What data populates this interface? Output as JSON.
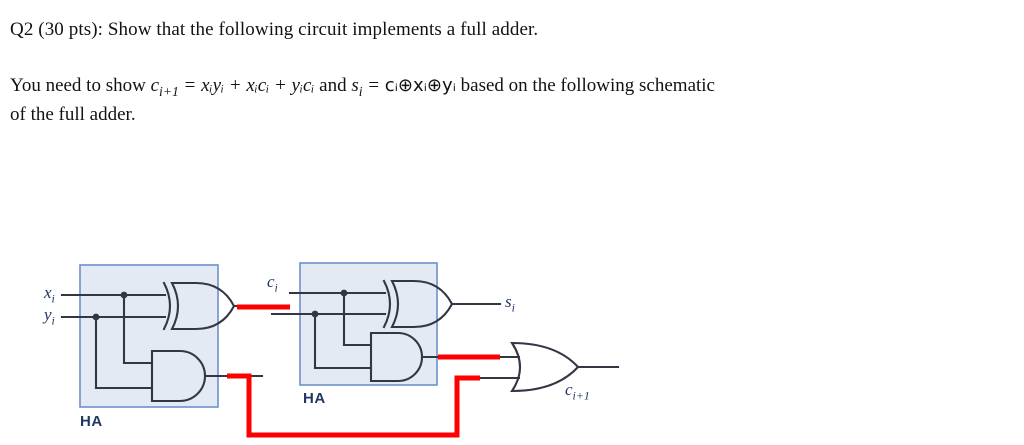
{
  "document": {
    "title_text": "Q2 (30 pts): Show that the following circuit implements a full adder.",
    "body": {
      "prefix": "You need to show ",
      "carry_lhs": "c",
      "carry_lhs_sub": "i+1",
      "eq": " = ",
      "carry_terms": "xᵢyᵢ + xᵢcᵢ + yᵢcᵢ",
      "conjunction": " and ",
      "sum_lhs": "s",
      "sum_lhs_sub": "i",
      "sum_terms": "cᵢ⊕xᵢ⊕yᵢ",
      "suffix": " based on the following schematic",
      "line2": "of the full adder."
    }
  },
  "schematic": {
    "blocks": [
      {
        "name": "half-adder-1",
        "label": "HA"
      },
      {
        "name": "half-adder-2",
        "label": "HA"
      }
    ],
    "labels": {
      "input_x": "x",
      "input_x_sub": "i",
      "input_y": "y",
      "input_y_sub": "i",
      "input_c": "c",
      "input_c_sub": "i",
      "output_s": "s",
      "output_s_sub": "i",
      "output_carry": "c",
      "output_carry_sub": "i+1"
    },
    "gates": [
      {
        "name": "xor-gate-1",
        "type": "XOR",
        "block": "half-adder-1"
      },
      {
        "name": "and-gate-1",
        "type": "AND",
        "block": "half-adder-1"
      },
      {
        "name": "xor-gate-2",
        "type": "XOR",
        "block": "half-adder-2"
      },
      {
        "name": "and-gate-2",
        "type": "AND",
        "block": "half-adder-2"
      },
      {
        "name": "or-gate-carry",
        "type": "OR",
        "block": "none"
      }
    ],
    "colors": {
      "wire": "#333744",
      "highlight_wire": "#ff0000",
      "block_fill": "#e4eaf4",
      "block_border": "#6e8fc9",
      "label": "#1f3864"
    }
  }
}
